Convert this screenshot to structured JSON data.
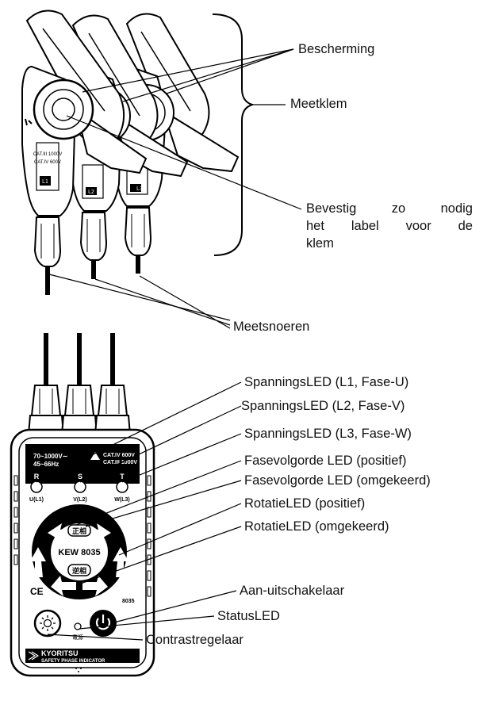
{
  "clamp_labels": {
    "bescherming": "Bescherming",
    "meetklem": "Meetklem",
    "bevestig_line1": "Bevestig zo nodig",
    "bevestig_line2": "het label voor de",
    "bevestig_line3": "klem",
    "meetsnoeren": "Meetsnoeren"
  },
  "clamp_markings": {
    "rating_1": "CAT.III 1000V",
    "rating_2": "CAT.IV 600V",
    "id_1": "L1",
    "id_2": "L2",
    "id_3": "L3"
  },
  "device": {
    "spec_left_1": "70~1000V∼",
    "spec_left_2": "45~66Hz",
    "spec_right_1": "CAT.IV 600V",
    "spec_right_2": "CAT.III 1000V",
    "led_r": "R",
    "led_r_sub": "U(L1)",
    "led_s": "S",
    "led_s_sub": "V(L2)",
    "led_t": "T",
    "led_t_sub": "W(L3)",
    "seq_positive": "正相",
    "seq_reverse": "逆相",
    "model": "KEW 8035",
    "ce_mark": "CE",
    "model_code": "8035",
    "power_label": "電源",
    "brand": "KYORITSU",
    "product": "SAFETY PHASE INDICATOR"
  },
  "device_labels": {
    "led_l1": "SpanningsLED (L1, Fase-U)",
    "led_l2": "SpanningsLED (L2, Fase-V)",
    "led_l3": "SpanningsLED (L3, Fase-W)",
    "seq_pos": "Fasevolgorde LED (positief)",
    "seq_rev": "Fasevolgorde LED (omgekeerd)",
    "rot_pos": "RotatieLED (positief)",
    "rot_rev": "RotatieLED (omgekeerd)",
    "power_switch": "Aan-uitschakelaar",
    "status_led": "StatusLED",
    "contrast": "Contrastregelaar"
  },
  "icons": [
    "warning-triangle-icon",
    "power-icon",
    "brightness-icon",
    "kyoritsu-logo-icon"
  ]
}
